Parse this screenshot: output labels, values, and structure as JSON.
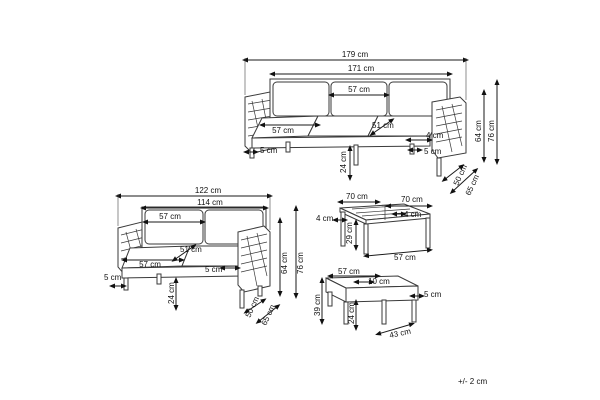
{
  "sofa": {
    "overall_width": "179 cm",
    "inner_width": "171 cm",
    "back_cushion_width": "57 cm",
    "seat_cushion_width": "57 cm",
    "seat_depth": "51 cm",
    "arm_offset": "4 cm",
    "leg_inset_right": "5 cm",
    "leg_inset_left": "5 cm",
    "leg_height": "24 cm",
    "seat_height": "64 cm",
    "total_height": "76 cm",
    "depth_inner": "50 cm",
    "depth_total": "65 cm"
  },
  "loveseat": {
    "overall_width": "122 cm",
    "inner_width": "114 cm",
    "back_cushion_width": "57 cm",
    "seat_cushion_width": "57 cm",
    "seat_depth": "51 cm",
    "cushion_inset": "5 cm",
    "leg_inset": "5 cm",
    "leg_height": "24 cm",
    "seat_height": "64 cm",
    "total_height": "76 cm",
    "depth_inner": "50 cm",
    "depth_total": "65 cm"
  },
  "table": {
    "width": "70 cm",
    "depth": "70 cm",
    "left_offset": "4 cm",
    "right_offset": "4 cm",
    "height": "29 cm",
    "leg_span": "57 cm"
  },
  "ottoman": {
    "top_width": "57 cm",
    "inner_width": "10 cm",
    "right_offset": "5 cm",
    "total_height": "39 cm",
    "leg_height": "24 cm",
    "depth": "43 cm"
  },
  "tolerance": "+/- 2 cm"
}
